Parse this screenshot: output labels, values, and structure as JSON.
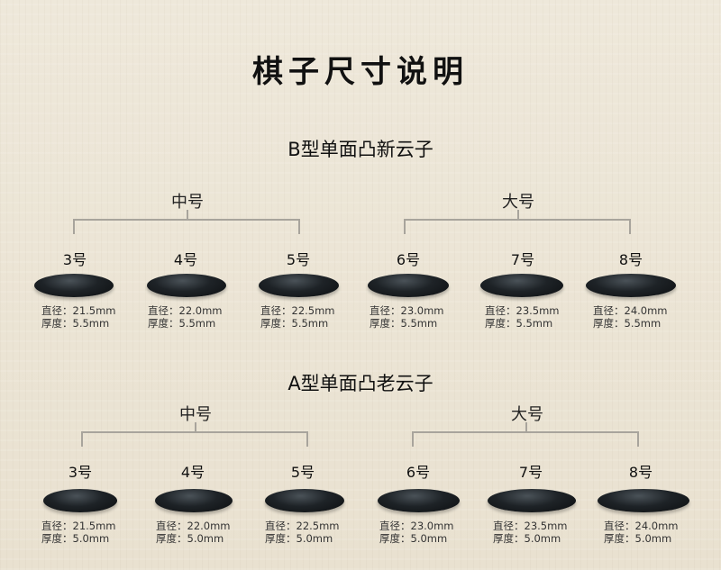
{
  "title": "棋子尺寸说明",
  "sections": [
    {
      "title": "B型单面凸新云子",
      "group_medium": "中号",
      "group_large": "大号",
      "items": [
        {
          "size": "3号",
          "diameter": "直径：21.5mm",
          "thickness": "厚度：5.5mm"
        },
        {
          "size": "4号",
          "diameter": "直径：22.0mm",
          "thickness": "厚度：5.5mm"
        },
        {
          "size": "5号",
          "diameter": "直径：22.5mm",
          "thickness": "厚度：5.5mm"
        },
        {
          "size": "6号",
          "diameter": "直径：23.0mm",
          "thickness": "厚度：5.5mm"
        },
        {
          "size": "7号",
          "diameter": "直径：23.5mm",
          "thickness": "厚度：5.5mm"
        },
        {
          "size": "8号",
          "diameter": "直径：24.0mm",
          "thickness": "厚度：5.5mm"
        }
      ]
    },
    {
      "title": "A型单面凸老云子",
      "group_medium": "中号",
      "group_large": "大号",
      "items": [
        {
          "size": "3号",
          "diameter": "直径：21.5mm",
          "thickness": "厚度：5.0mm"
        },
        {
          "size": "4号",
          "diameter": "直径：22.0mm",
          "thickness": "厚度：5.0mm"
        },
        {
          "size": "5号",
          "diameter": "直径：22.5mm",
          "thickness": "厚度：5.0mm"
        },
        {
          "size": "6号",
          "diameter": "直径：23.0mm",
          "thickness": "厚度：5.0mm"
        },
        {
          "size": "7号",
          "diameter": "直径：23.5mm",
          "thickness": "厚度：5.0mm"
        },
        {
          "size": "8号",
          "diameter": "直径：24.0mm",
          "thickness": "厚度：5.0mm"
        }
      ]
    }
  ]
}
